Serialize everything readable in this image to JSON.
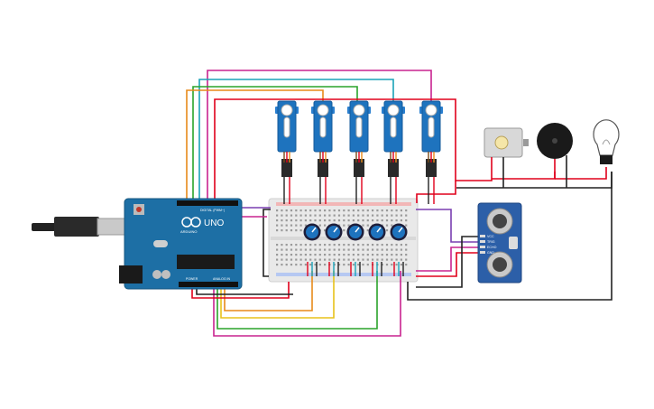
{
  "board": {
    "logo_text": "UNO",
    "brand_text": "ARDUINO",
    "header_digital": "DIGITAL (PWM~)",
    "header_power": "POWER",
    "header_analog": "ANALOG IN"
  },
  "sensor": {
    "pins": [
      "VCC",
      "TRIG",
      "ECHO",
      "GND"
    ]
  },
  "components": {
    "servo_count": 5,
    "potentiometer_count": 5
  },
  "colors": {
    "board": "#1d6fa5",
    "servo": "#1e73be",
    "breadboard": "#e9e9e9",
    "wire_red": "#e0001b",
    "wire_black": "#222222",
    "wire_magenta": "#c8238f",
    "wire_teal": "#1aa3b8",
    "wire_green": "#2aa32a",
    "wire_yellow": "#e8c21a",
    "wire_orange": "#e88a1a",
    "wire_purple": "#7a3fb0",
    "wire_gray": "#888888"
  }
}
